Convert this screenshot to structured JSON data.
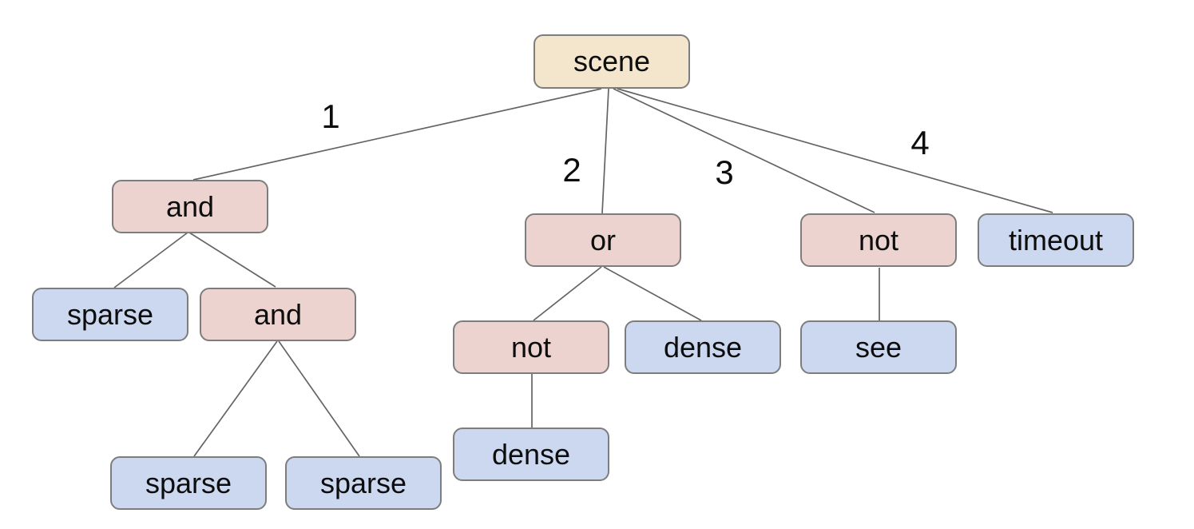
{
  "diagram": {
    "type": "tree",
    "background": "#ffffff",
    "colors": {
      "root_fill": "#f4e5cd",
      "operator_fill": "#ecd3cf",
      "leaf_fill": "#ccd8f0",
      "node_border": "#7d7d7d",
      "edge_stroke": "#646464",
      "text": "#0d0d0d"
    },
    "nodes": [
      {
        "id": "scene",
        "label": "scene",
        "role": "root"
      },
      {
        "id": "and1",
        "label": "and",
        "role": "operator"
      },
      {
        "id": "or",
        "label": "or",
        "role": "operator"
      },
      {
        "id": "not1",
        "label": "not",
        "role": "operator"
      },
      {
        "id": "timeout",
        "label": "timeout",
        "role": "leaf"
      },
      {
        "id": "sparse1",
        "label": "sparse",
        "role": "leaf"
      },
      {
        "id": "and2",
        "label": "and",
        "role": "operator"
      },
      {
        "id": "not2",
        "label": "not",
        "role": "operator"
      },
      {
        "id": "dense1",
        "label": "dense",
        "role": "leaf"
      },
      {
        "id": "see",
        "label": "see",
        "role": "leaf"
      },
      {
        "id": "dense2",
        "label": "dense",
        "role": "leaf"
      },
      {
        "id": "sparse2",
        "label": "sparse",
        "role": "leaf"
      },
      {
        "id": "sparse3",
        "label": "sparse",
        "role": "leaf"
      }
    ],
    "edges": [
      {
        "from": "scene",
        "to": "and1",
        "label": "1"
      },
      {
        "from": "scene",
        "to": "or",
        "label": "2"
      },
      {
        "from": "scene",
        "to": "not1",
        "label": "3"
      },
      {
        "from": "scene",
        "to": "timeout",
        "label": "4"
      },
      {
        "from": "and1",
        "to": "sparse1"
      },
      {
        "from": "and1",
        "to": "and2"
      },
      {
        "from": "and2",
        "to": "sparse2"
      },
      {
        "from": "and2",
        "to": "sparse3"
      },
      {
        "from": "or",
        "to": "not2"
      },
      {
        "from": "or",
        "to": "dense1"
      },
      {
        "from": "not2",
        "to": "dense2"
      },
      {
        "from": "not1",
        "to": "see"
      }
    ]
  }
}
